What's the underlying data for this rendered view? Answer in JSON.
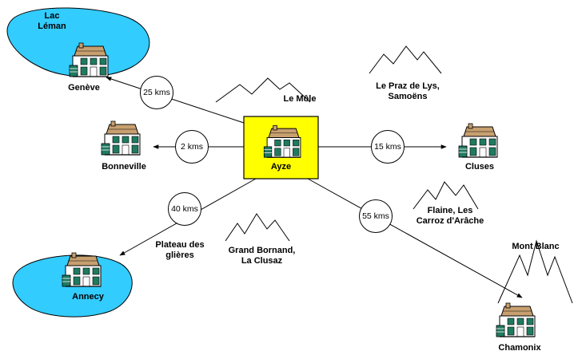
{
  "colors": {
    "lake": "#33ccff",
    "hub": "#ffff00",
    "line": "#000000",
    "roof": "#c8a070",
    "wall": "#ffffff",
    "window": "#1f7a60"
  },
  "hub": {
    "name": "Ayze",
    "icon": "house-icon"
  },
  "towns": {
    "geneve": {
      "name": "Genève",
      "distance": "25 kms",
      "icon": "house-icon"
    },
    "bonneville": {
      "name": "Bonneville",
      "distance": "2 kms",
      "icon": "house-icon"
    },
    "cluses": {
      "name": "Cluses",
      "distance": "15 kms",
      "icon": "house-icon"
    },
    "annecy": {
      "name": "Annecy",
      "distance": "40 kms",
      "icon": "house-icon"
    },
    "chamonix": {
      "name": "Chamonix",
      "distance": "55 kms",
      "icon": "house-icon"
    }
  },
  "lakes": {
    "leman": "Lac\nLéman"
  },
  "areas": {
    "mole": "Le Môle",
    "praz": "Le Praz de Lys,\nSamoëns",
    "flaine": "Flaine, Les\nCarroz d'Arâche",
    "bornand": "Grand Bornand,\nLa Clusaz",
    "glieres": "Plateau des\nglières",
    "montblanc": "Mont Blanc"
  },
  "icons": {
    "mountain": "mountain-icon",
    "arrow": "arrow-icon"
  }
}
